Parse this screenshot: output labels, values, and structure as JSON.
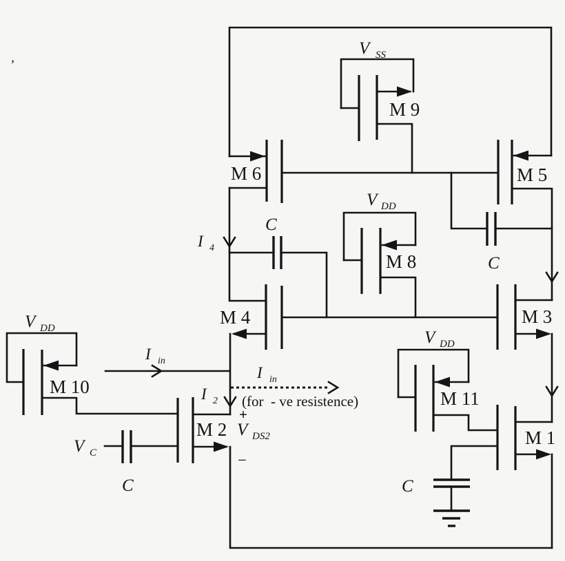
{
  "schematic": {
    "background": "#f6f6f4",
    "ink": "#151515",
    "stray_mark": "’",
    "supplies": {
      "vss": {
        "base": "V",
        "sub": "SS"
      },
      "vdd_m8": {
        "base": "V",
        "sub": "DD"
      },
      "vdd_m10": {
        "base": "V",
        "sub": "DD"
      },
      "vdd_m11": {
        "base": "V",
        "sub": "DD"
      }
    },
    "transistors": {
      "m1": "M 1",
      "m2": "M 2",
      "m3": "M 3",
      "m4": "M 4",
      "m5": "M 5",
      "m6": "M 6",
      "m8": "M 8",
      "m9": "M 9",
      "m10": "M 10",
      "m11": "M 11"
    },
    "capacitors": {
      "right": "C",
      "middle": "C",
      "vc_input": "C",
      "bottom": "C"
    },
    "currents": {
      "iin": {
        "base": "I",
        "sub": "in"
      },
      "iin_dashed": {
        "base": "I",
        "sub": "in"
      },
      "i2": {
        "base": "I",
        "sub": "2"
      },
      "i4": {
        "base": "I",
        "sub": "4"
      }
    },
    "voltages": {
      "vc": {
        "base": "V",
        "sub": "C"
      },
      "vds2": {
        "base": "V",
        "sub": "DS2"
      }
    },
    "signs": {
      "plus": "+",
      "minus": "−"
    },
    "note": "(for  - ve resistence)"
  }
}
